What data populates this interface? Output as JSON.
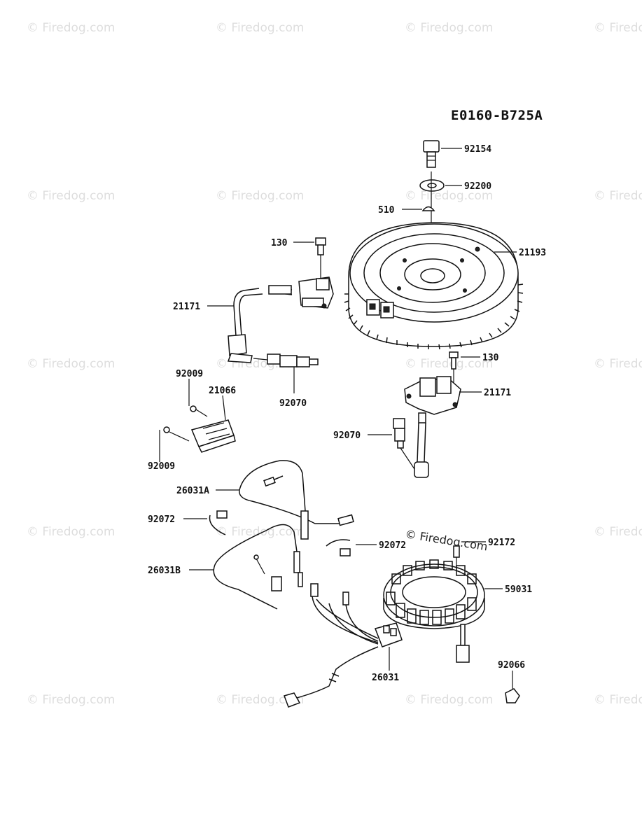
{
  "diagram_code": "E0160-B725A",
  "watermark_text": "© Firedog.com",
  "inline_watermark_text": "© Firedog.com",
  "parts": [
    {
      "id": "bolt",
      "label": "92154"
    },
    {
      "id": "washer",
      "label": "92200"
    },
    {
      "id": "key",
      "label": "510"
    },
    {
      "id": "flywheel",
      "label": "21193"
    },
    {
      "id": "bolt-coil-left",
      "label": "130"
    },
    {
      "id": "ignition-coil-left",
      "label": "21171"
    },
    {
      "id": "bolt-coil-right",
      "label": "130"
    },
    {
      "id": "ignition-coil-right",
      "label": "21171"
    },
    {
      "id": "screw-upper",
      "label": "92009"
    },
    {
      "id": "regulator",
      "label": "21066"
    },
    {
      "id": "spark-plug-left",
      "label": "92070"
    },
    {
      "id": "screw-lower",
      "label": "92009"
    },
    {
      "id": "spark-plug-right",
      "label": "92070"
    },
    {
      "id": "harness-a",
      "label": "26031A"
    },
    {
      "id": "clamp-left",
      "label": "92072"
    },
    {
      "id": "clamp-right",
      "label": "92072"
    },
    {
      "id": "stator-bolt",
      "label": "92172"
    },
    {
      "id": "harness-b",
      "label": "26031B"
    },
    {
      "id": "stator",
      "label": "59031"
    },
    {
      "id": "harness-main",
      "label": "26031"
    },
    {
      "id": "nut",
      "label": "92066"
    }
  ]
}
